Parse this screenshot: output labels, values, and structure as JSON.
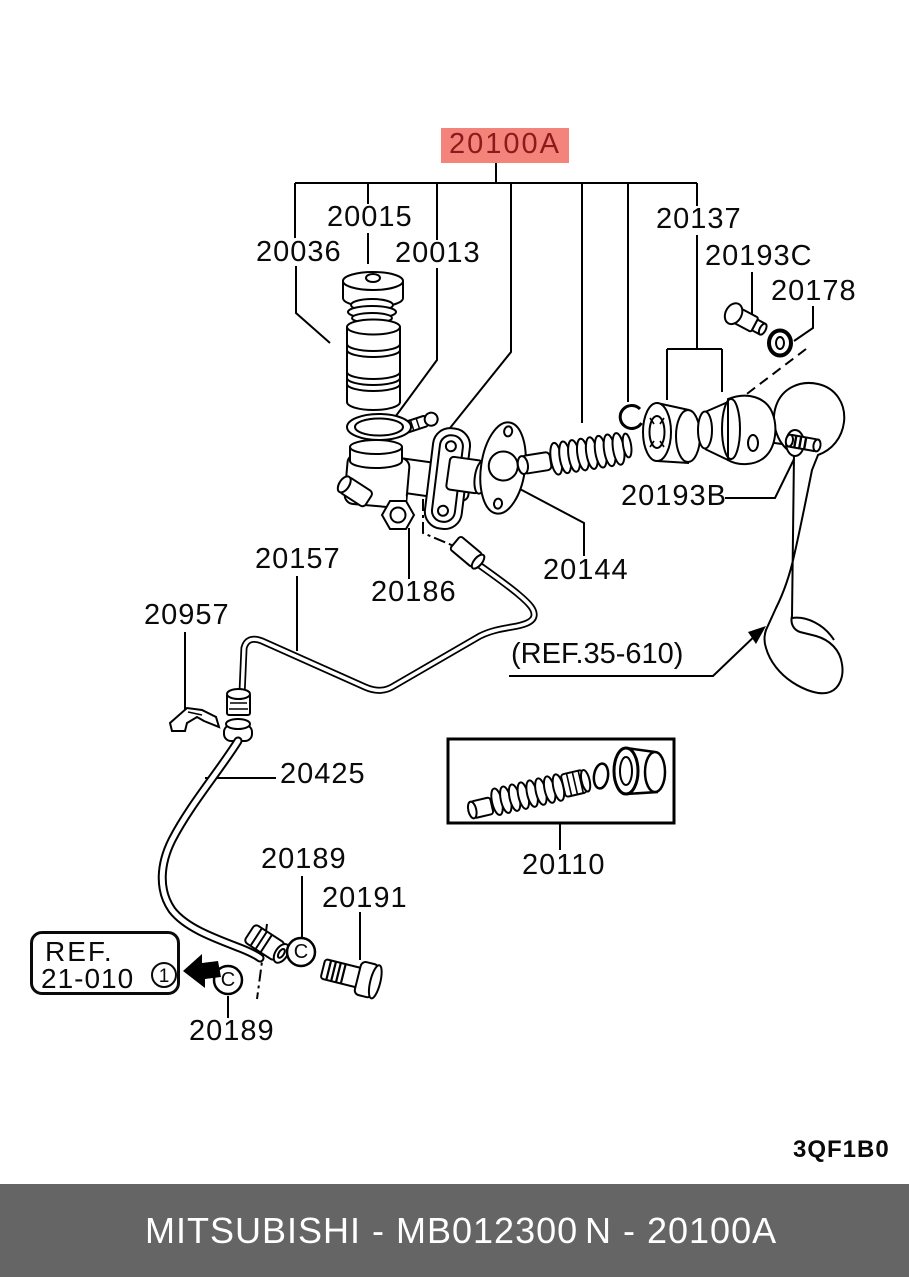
{
  "diagram": {
    "highlight": {
      "text": "20100A",
      "bg": "#f4837c",
      "color": "#8b1a1a"
    },
    "labels": {
      "l20015": "20015",
      "l20036": "20036",
      "l20013": "20013",
      "l20137": "20137",
      "l20193c": "20193C",
      "l20178": "20178",
      "l20193b": "20193B",
      "l20144": "20144",
      "l20157": "20157",
      "l20186": "20186",
      "l20957": "20957",
      "l20425": "20425",
      "l20110": "20110",
      "l20189_top": "20189",
      "l20191": "20191",
      "l20189_bottom": "20189"
    },
    "ref_note": "(REF.35-610)",
    "ref_box": {
      "line1": "REF.",
      "line2": "21-010",
      "marker": "1"
    },
    "washer_marker": "C",
    "plate_code": "3QF1B0",
    "line_color": "#000000"
  },
  "footer": {
    "left_text": "MITSUBISHI - MB012300",
    "right_text": "N - 20100A",
    "bg": "#656565",
    "color": "#ffffff"
  }
}
